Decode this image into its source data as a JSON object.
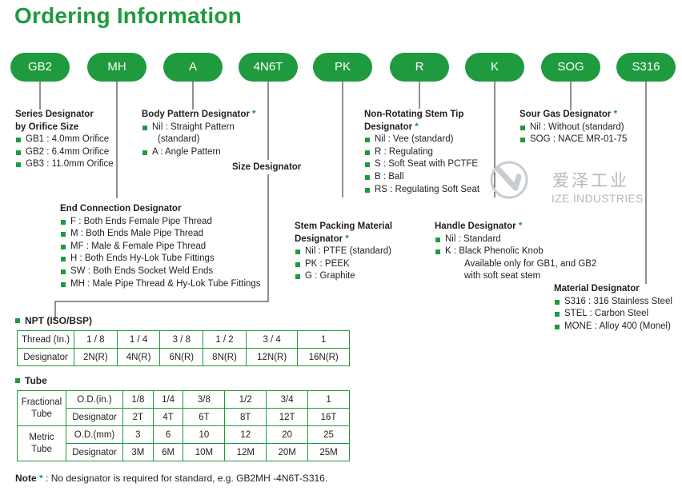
{
  "title": "Ordering Information",
  "codes": [
    "GB2",
    "MH",
    "A",
    "4N6T",
    "PK",
    "R",
    "K",
    "SOG",
    "S316"
  ],
  "series": {
    "heading_line1": "Series Designator",
    "heading_line2": "by Orifice Size",
    "items": [
      "GB1 : 4.0mm Orifice",
      "GB2 : 6.4mm Orifice",
      "GB3 : 11.0mm Orifice"
    ]
  },
  "body_pattern": {
    "heading": "Body Pattern Designator",
    "items": [
      "Nil : Straight Pattern",
      "(standard)",
      "A : Angle Pattern"
    ]
  },
  "size": {
    "heading": "Size Designator"
  },
  "stem_tip": {
    "heading_line1": "Non-Rotating Stem Tip",
    "heading_line2": "Designator",
    "items": [
      "Nil : Vee (standard)",
      "R : Regulating",
      "S : Soft Seat with PCTFE",
      "B : Ball",
      "RS : Regulating Soft Seat"
    ]
  },
  "sour_gas": {
    "heading": "Sour Gas Designator",
    "items": [
      "Nil : Without (standard)",
      "SOG : NACE MR-01-75"
    ]
  },
  "end_connection": {
    "heading": "End Connection Designator",
    "items": [
      "F : Both Ends Female Pipe Thread",
      "M : Both Ends Male Pipe Thread",
      "MF : Male & Female Pipe Thread",
      "H : Both Ends Hy-Lok Tube Fittings",
      "SW : Both Ends Socket Weld Ends",
      "MH : Male Pipe Thread & Hy-Lok Tube Fittings"
    ]
  },
  "stem_packing": {
    "heading_line1": "Stem Packing Material",
    "heading_line2": "Designator",
    "items": [
      "Nil : PTFE (standard)",
      "PK : PEEK",
      "G : Graphite"
    ]
  },
  "handle": {
    "heading": "Handle Designator",
    "items": [
      "Nil : Standard",
      "K : Black Phenolic Knob",
      "Available only for GB1, and GB2",
      "with soft seat stem"
    ]
  },
  "material": {
    "heading": "Material Designator",
    "items": [
      "S316 : 316 Stainless Steel",
      "STEL : Carbon Steel",
      "MONE : Alloy 400 (Monel)"
    ]
  },
  "asterisk": "*",
  "npt": {
    "heading": "NPT (ISO/BSP)",
    "row1_label": "Thread (In.)",
    "row1": [
      "1 / 8",
      "1 / 4",
      "3 / 8",
      "1 / 2",
      "3 / 4",
      "1"
    ],
    "row2_label": "Designator",
    "row2": [
      "2N(R)",
      "4N(R)",
      "6N(R)",
      "8N(R)",
      "12N(R)",
      "16N(R)"
    ]
  },
  "tube": {
    "heading": "Tube",
    "fractional_line1": "Fractional",
    "fractional_line2": "Tube",
    "frac_od_label": "O.D.(in.)",
    "frac_od": [
      "1/8",
      "1/4",
      "3/8",
      "1/2",
      "3/4",
      "1"
    ],
    "frac_des_label": "Designator",
    "frac_des": [
      "2T",
      "4T",
      "6T",
      "8T",
      "12T",
      "16T"
    ],
    "metric_line1": "Metric",
    "metric_line2": "Tube",
    "metric_od_label": "O.D.(mm)",
    "metric_od": [
      "3",
      "6",
      "10",
      "12",
      "20",
      "25"
    ],
    "metric_des_label": "Designator",
    "metric_des": [
      "3M",
      "6M",
      "10M",
      "12M",
      "20M",
      "25M"
    ]
  },
  "note": {
    "label": "Note",
    "asterisk": "*",
    "text": " : No designator is required for standard, e.g. GB2MH -4N6T-S316."
  },
  "watermark": {
    "cn": "爱泽工业",
    "en": "IZE INDUSTRIES",
    "icon": "ize-logo-icon"
  },
  "colors": {
    "accent": "#1f9a3e",
    "watermark": "#b3b8bd"
  }
}
